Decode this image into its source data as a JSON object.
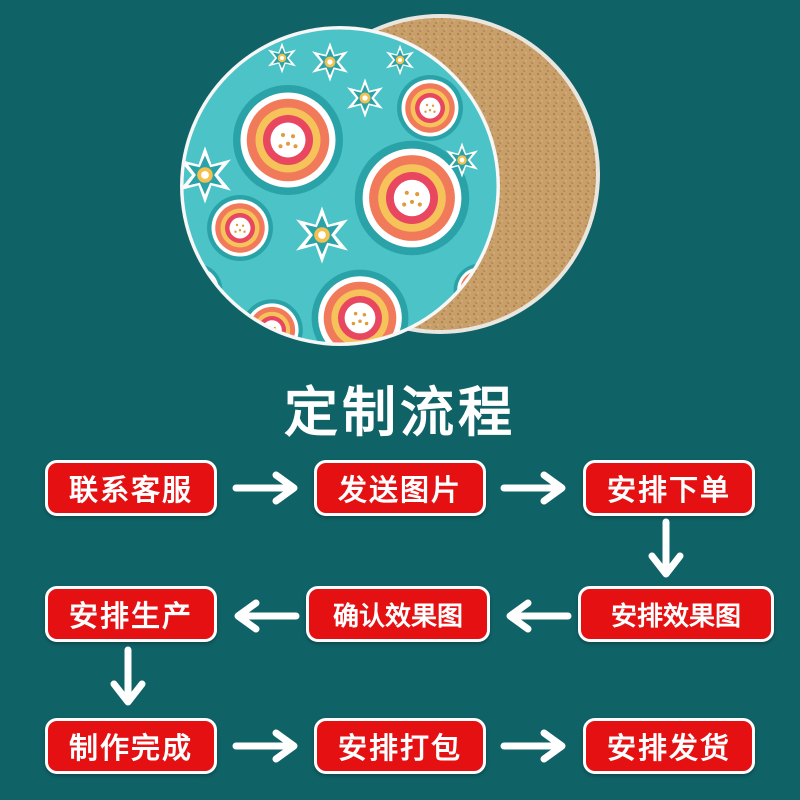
{
  "title": "定制流程",
  "steps": [
    {
      "label": "联系客服"
    },
    {
      "label": "发送图片"
    },
    {
      "label": "安排下单"
    },
    {
      "label": "安排效果图"
    },
    {
      "label": "确认效果图"
    },
    {
      "label": "安排生产"
    },
    {
      "label": "制作完成"
    },
    {
      "label": "安排打包"
    },
    {
      "label": "安排发货"
    }
  ],
  "colors": {
    "background": "#0f6266",
    "step_fill": "#e51012",
    "step_border": "#ffffff",
    "arrow": "#ffffff",
    "coaster_teal": "#4cc3c6",
    "cork": "#c9a06c"
  },
  "icons": [
    "arrow-right-icon",
    "arrow-left-icon",
    "arrow-down-icon"
  ]
}
